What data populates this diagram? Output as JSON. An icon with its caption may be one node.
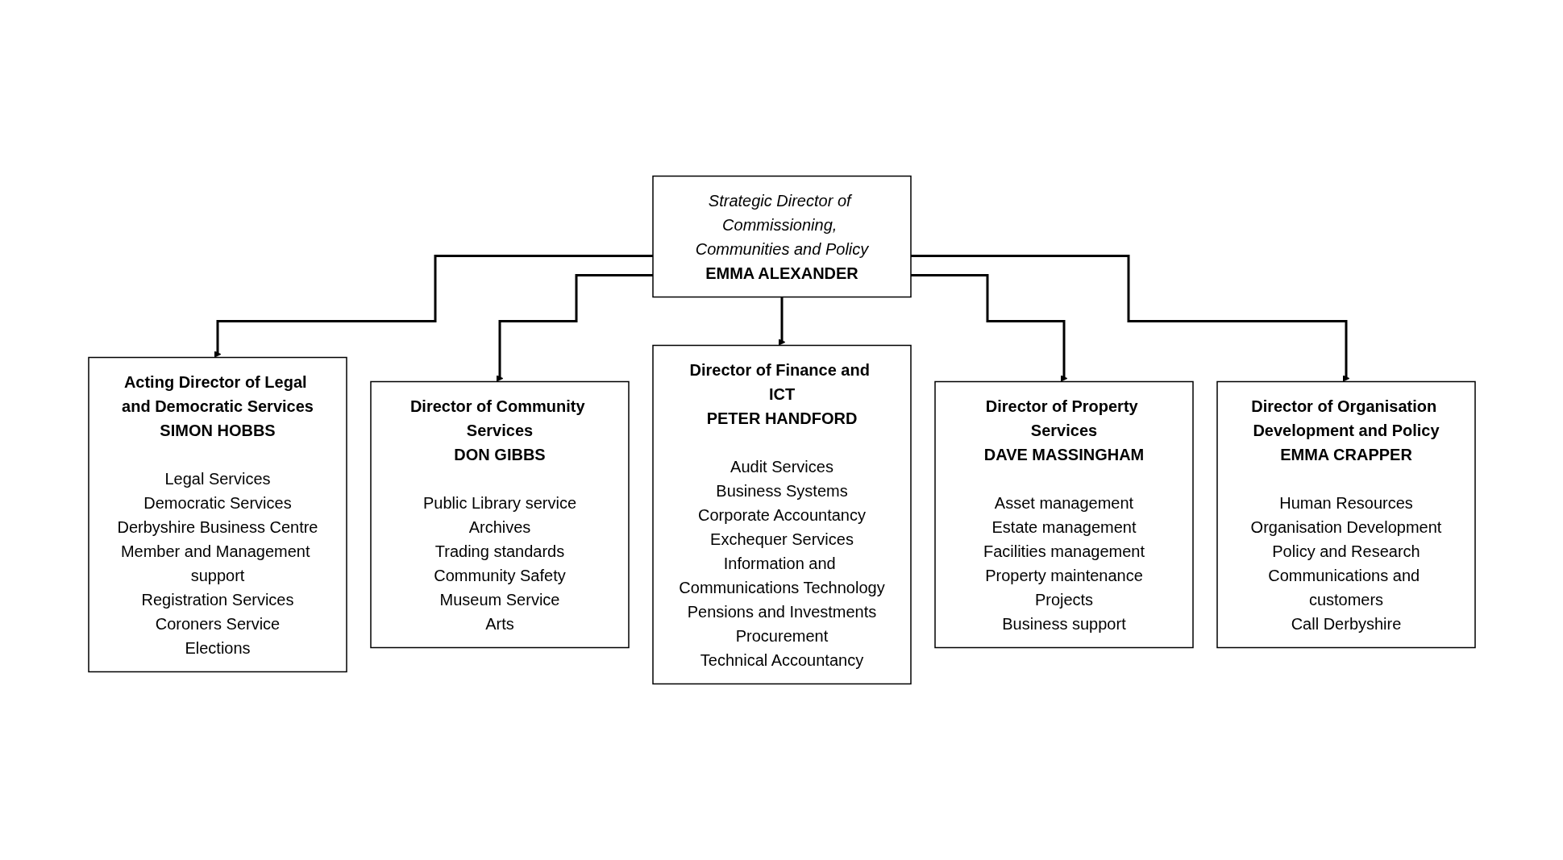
{
  "diagram": {
    "nodes": [
      {
        "text": [
          "Strategic Director of Commissioning, Communities and Policy",
          "EMMA ALEXANDER"
        ]
      },
      {
        "text": [
          "Acting Director of Legal and Democratic Services",
          "SIMON HOBBS",
          "Legal Services",
          "Democratic Services",
          "Derbyshire Business Centre",
          "Member and Management support",
          "Registration Services",
          "Coroners Service",
          "Elections"
        ]
      },
      {
        "text": [
          "Director of Community Services",
          "DON GIBBS",
          "Public Library service",
          "Archives",
          "Trading standards",
          "Community Safety",
          "Museum Service",
          "Arts"
        ]
      },
      {
        "text": [
          "Director of Finance and ICT",
          "PETER HANDFORD",
          "Audit Services",
          "Business Systems",
          "Corporate Accountancy",
          "Exchequer Services",
          "Information and Communications Technology",
          "Pensions and Investments",
          "Procurement",
          "Technical Accountancy"
        ]
      },
      {
        "text": [
          "Director of Property Services",
          "DAVE MASSINGHAM",
          "Asset management",
          "Estate management",
          "Facilities management",
          "Property maintenance",
          "Projects",
          "Business support"
        ]
      },
      {
        "text": [
          "Director of Organisation Development and Policy",
          "EMMA CRAPPER",
          "Human Resources",
          "Organisation Development",
          "Policy and Research",
          "Communications and customers",
          "Call Derbyshire"
        ]
      }
    ],
    "edges": [
      {
        "from": 0,
        "to": 1,
        "arrow": "to"
      },
      {
        "from": 0,
        "to": 2,
        "arrow": "to"
      },
      {
        "from": 0,
        "to": 3,
        "arrow": "to"
      },
      {
        "from": 0,
        "to": 4,
        "arrow": "to"
      },
      {
        "from": 0,
        "to": 5,
        "arrow": "to"
      }
    ]
  }
}
